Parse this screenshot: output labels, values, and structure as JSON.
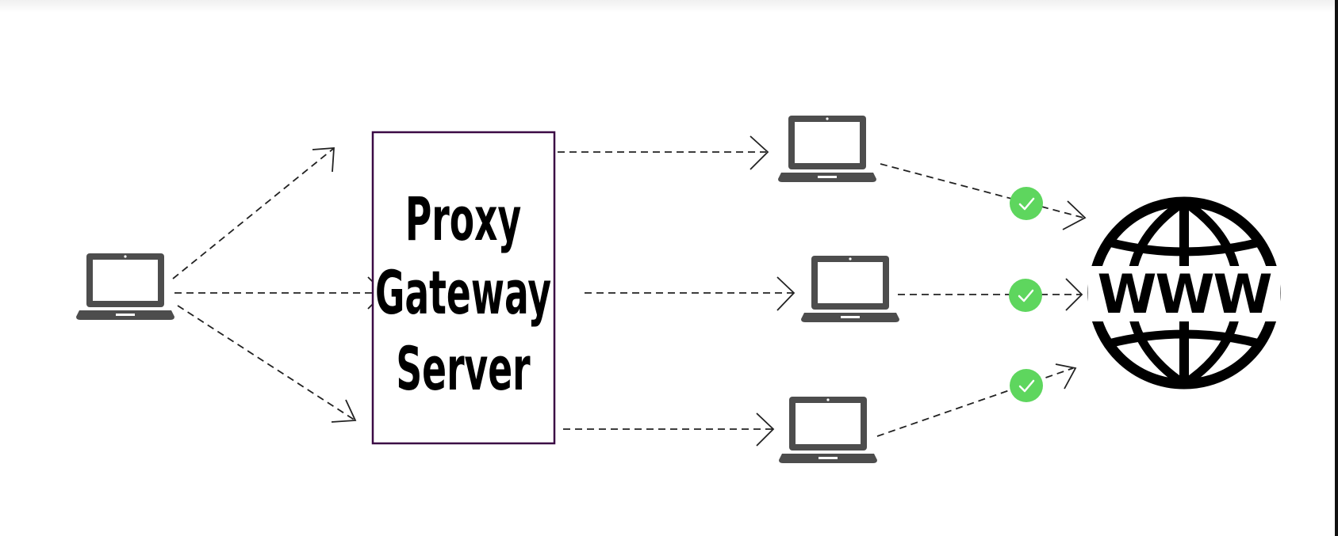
{
  "gateway": {
    "lines": [
      "Proxy",
      "Gateway",
      "Server"
    ]
  },
  "internet": {
    "label": "WWW",
    "icon": "globe-icon"
  },
  "icons": {
    "client": "laptop-icon",
    "proxy_node": "laptop-icon",
    "success": "check-circle-icon"
  },
  "colors": {
    "box_border": "#3b0a45",
    "device": "#4d4d4d",
    "arrow": "#222222",
    "check": "#5ed65e",
    "globe": "#000000"
  }
}
